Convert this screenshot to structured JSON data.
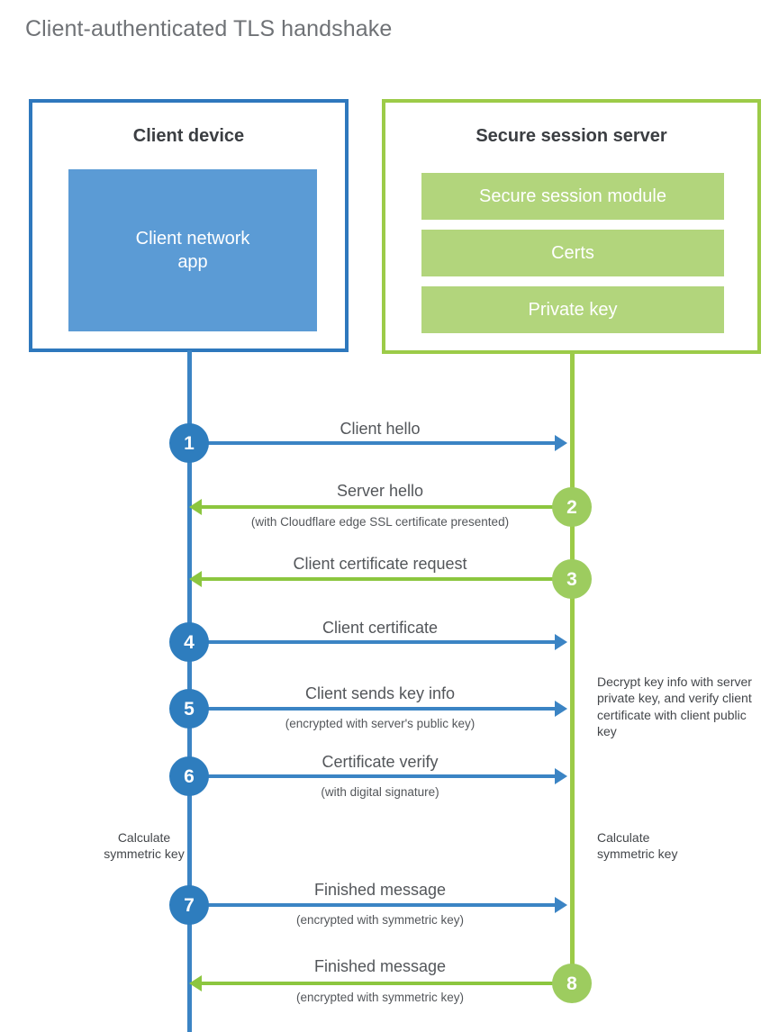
{
  "title": "Client-authenticated TLS handshake",
  "colors": {
    "client_border": "#2e78bd",
    "client_fill": "#5b9bd5",
    "server_border": "#9ccb48",
    "server_fill": "#b2d57c",
    "blue_line": "#3b84c4",
    "green_line": "#8cc63f",
    "circle_blue": "#2e7dbe",
    "circle_green": "#9dcc5f",
    "title_text": "#6f7276",
    "body_text": "#53565a"
  },
  "client": {
    "title": "Client device",
    "app_label": "Client network\napp"
  },
  "server": {
    "title": "Secure session server",
    "modules": [
      "Secure session module",
      "Certs",
      "Private key"
    ]
  },
  "steps": [
    {
      "number": "1",
      "label": "Client hello",
      "sub": "",
      "direction": "client-to-server",
      "color": "blue"
    },
    {
      "number": "2",
      "label": "Server hello",
      "sub": "(with Cloudflare edge SSL certificate presented)",
      "direction": "server-to-client",
      "color": "green"
    },
    {
      "number": "3",
      "label": "Client certificate request",
      "sub": "",
      "direction": "server-to-client",
      "color": "green"
    },
    {
      "number": "4",
      "label": "Client certificate",
      "sub": "",
      "direction": "client-to-server",
      "color": "blue"
    },
    {
      "number": "5",
      "label": "Client sends key info",
      "sub": "(encrypted with server's public key)",
      "direction": "client-to-server",
      "color": "blue"
    },
    {
      "number": "6",
      "label": "Certificate verify",
      "sub": "(with digital signature)",
      "direction": "client-to-server",
      "color": "blue"
    },
    {
      "number": "7",
      "label": "Finished message",
      "sub": "(encrypted with symmetric key)",
      "direction": "client-to-server",
      "color": "blue"
    },
    {
      "number": "8",
      "label": "Finished message",
      "sub": "(encrypted with symmetric key)",
      "direction": "server-to-client",
      "color": "green"
    }
  ],
  "notes": {
    "server_decrypt": "Decrypt key info with server private key, and verify client certificate with client public key",
    "client_calculate": "Calculate\nsymmetric key",
    "server_calculate": "Calculate\nsymmetric key"
  }
}
